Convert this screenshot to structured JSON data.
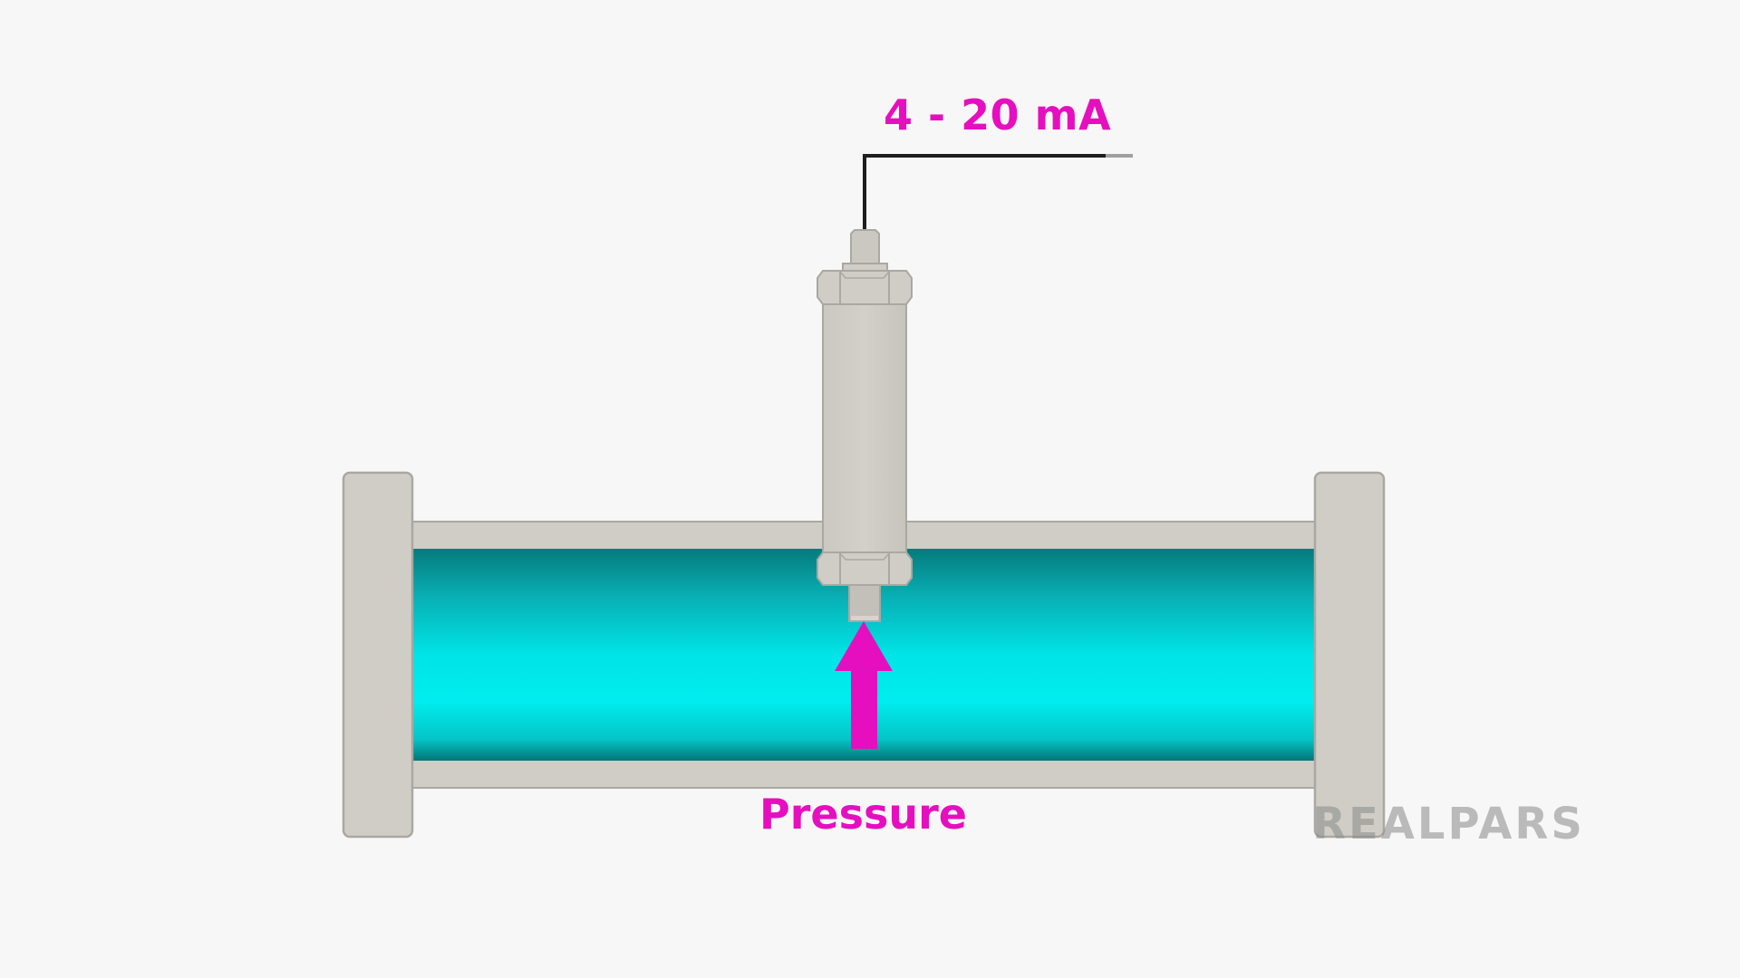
{
  "diagram": {
    "signal_label": "4 - 20 mA",
    "pressure_label": "Pressure",
    "brand": "REALPARS"
  },
  "colors": {
    "background": "#f7f7f7",
    "accent_magenta": "#e60fbf",
    "steel_fill": "#cfcdc6",
    "steel_stroke": "#a9a8a2",
    "fluid_dark": "#057a7c",
    "fluid_bright": "#00edee",
    "wire": "#1e1e1e",
    "brand": "#8a8a8a"
  }
}
